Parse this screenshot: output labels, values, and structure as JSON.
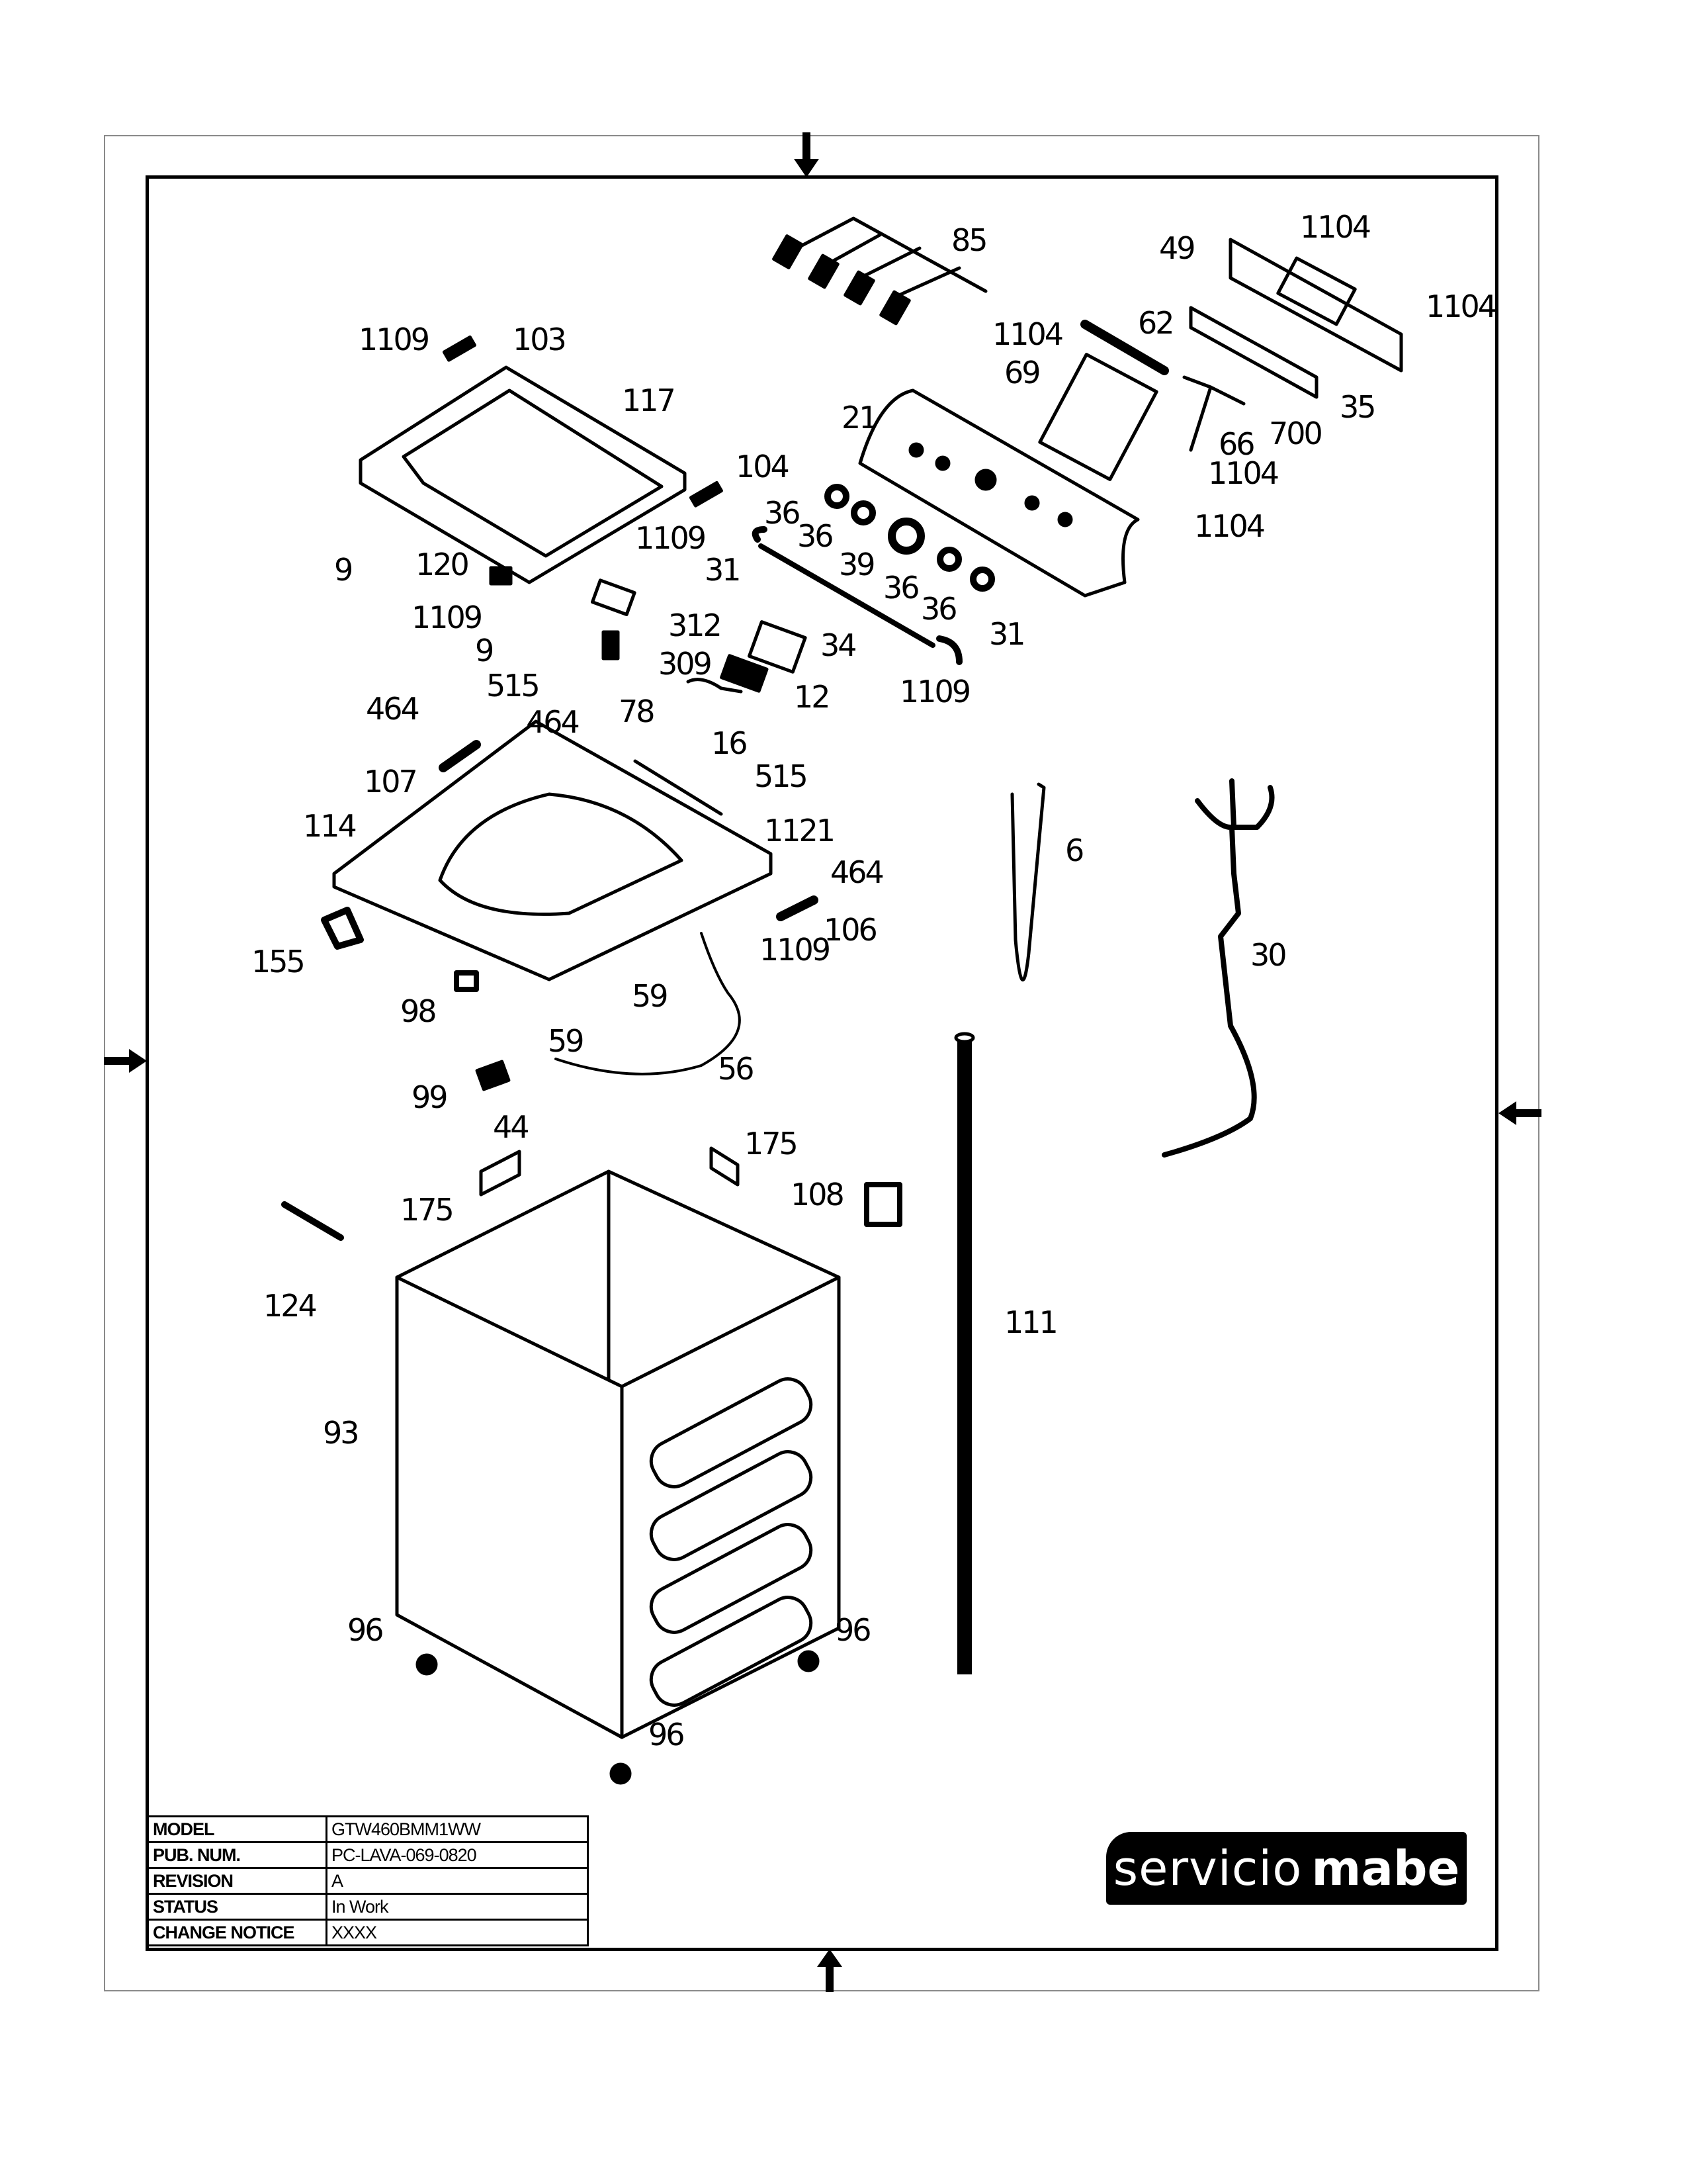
{
  "document": {
    "type": "exploded parts diagram",
    "brand_logo": {
      "light": "servicio",
      "bold": "mabe"
    }
  },
  "title_block": [
    {
      "key": "MODEL",
      "value": "GTW460BMM1WW"
    },
    {
      "key": "PUB. NUM.",
      "value": "PC-LAVA-069-0820"
    },
    {
      "key": "REVISION",
      "value": "A"
    },
    {
      "key": "STATUS",
      "value": "In Work"
    },
    {
      "key": "CHANGE NOTICE",
      "value": "XXXX"
    }
  ],
  "callouts": [
    "85",
    "1104",
    "49",
    "1104",
    "1109",
    "103",
    "1104",
    "62",
    "69",
    "117",
    "21",
    "35",
    "66",
    "700",
    "1104",
    "104",
    "36",
    "36",
    "1104",
    "9",
    "1109",
    "31",
    "39",
    "120",
    "36",
    "36",
    "1109",
    "312",
    "9",
    "31",
    "309",
    "34",
    "12",
    "1109",
    "515",
    "78",
    "464",
    "464",
    "16",
    "107",
    "515",
    "114",
    "1121",
    "6",
    "464",
    "30",
    "106",
    "1109",
    "155",
    "59",
    "98",
    "59",
    "56",
    "99",
    "44",
    "175",
    "175",
    "108",
    "124",
    "111",
    "93",
    "96",
    "96",
    "96"
  ],
  "border_arrows": [
    "top",
    "left",
    "right",
    "bottom"
  ]
}
